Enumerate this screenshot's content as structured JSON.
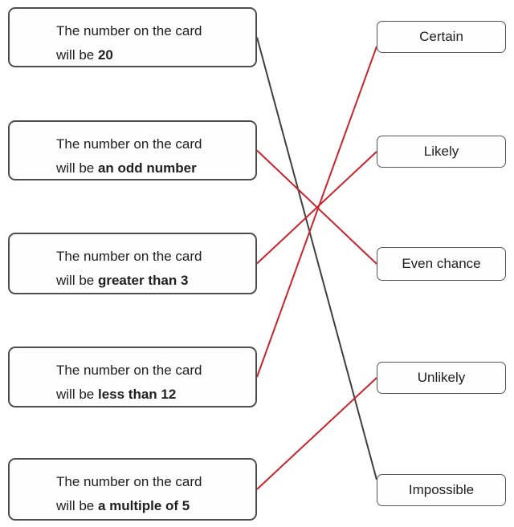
{
  "left_items": [
    {
      "line1": "The number on the card",
      "line2_normal": "will be ",
      "line2_bold": "20"
    },
    {
      "line1": "The number on the card",
      "line2_normal": "will be ",
      "line2_bold": "an odd number"
    },
    {
      "line1": "The number on the card",
      "line2_normal": "will be ",
      "line2_bold": "greater than 3"
    },
    {
      "line1": "The number on the card",
      "line2_normal": "will be ",
      "line2_bold": "less than 12"
    },
    {
      "line1": "The number on the card",
      "line2_normal": "will be ",
      "line2_bold": "a multiple of 5"
    }
  ],
  "right_items": [
    {
      "label": "Certain"
    },
    {
      "label": "Likely"
    },
    {
      "label": "Even chance"
    },
    {
      "label": "Unlikely"
    },
    {
      "label": "Impossible"
    }
  ],
  "connections": [
    {
      "from": 0,
      "to": 4,
      "color": "#3f3f3f",
      "to_anchor": "top"
    },
    {
      "from": 1,
      "to": 2,
      "color": "#c8252b",
      "to_anchor": "center"
    },
    {
      "from": 2,
      "to": 1,
      "color": "#c8252b",
      "to_anchor": "center"
    },
    {
      "from": 3,
      "to": 0,
      "color": "#c8252b",
      "to_anchor": "bottom"
    },
    {
      "from": 4,
      "to": 3,
      "color": "#c8252b",
      "to_anchor": "center"
    }
  ],
  "colors": {
    "black_line": "#3f3f3f",
    "red_line": "#c8252b",
    "box_border": "#4d4d4d",
    "text": "#202020"
  }
}
